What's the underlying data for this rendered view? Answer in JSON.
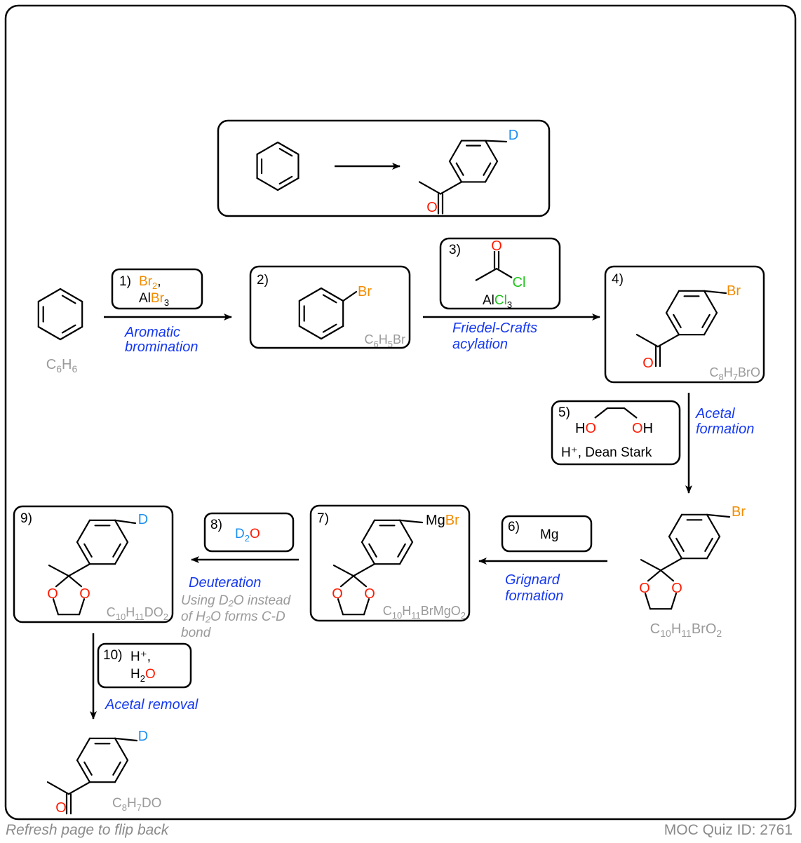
{
  "colors": {
    "oxygen": "#ff1a00",
    "bromine": "#f28c00",
    "chlorine": "#1fc41a",
    "deuterium": "#1e8ff0",
    "annotation": "#1538f0",
    "formula": "#9a9a9a",
    "bond": "#000000"
  },
  "steps": [
    {
      "num": "1)",
      "reagent_line1_a": "Br",
      "reagent_line1_sub": "2",
      "reagent_line1_b": ",",
      "reagent_line2_a": "Al",
      "reagent_line2_b": "Br",
      "reagent_line2_sub": "3",
      "label_line1": "Aromatic",
      "label_line2": "bromination"
    },
    {
      "num": "2)"
    },
    {
      "num": "3)",
      "reagent_a": "Al",
      "reagent_b": "Cl",
      "reagent_sub": "3",
      "label_line1": "Friedel-Crafts",
      "label_line2": "acylation"
    },
    {
      "num": "4)"
    },
    {
      "num": "5)",
      "reagent_line2": "H⁺, Dean Stark",
      "label_line1": "Acetal",
      "label_line2": "formation"
    },
    {
      "num": "6)",
      "reagent": "Mg",
      "label_line1": "Grignard",
      "label_line2": "formation"
    },
    {
      "num": "7)"
    },
    {
      "num": "8)",
      "reagent_a": "D",
      "reagent_sub": "2",
      "reagent_b": "O",
      "label": "Deuteration",
      "note_line1": "Using D₂O instead",
      "note_line2": "of H₂O forms C-D",
      "note_line3": "bond"
    },
    {
      "num": "9)"
    },
    {
      "num": "10)",
      "reagent_line1": "H⁺,",
      "reagent_line2_a": "H",
      "reagent_line2_sub": "2",
      "reagent_line2_b": "O",
      "label": "Acetal removal"
    }
  ],
  "atoms": {
    "O": "O",
    "Br": "Br",
    "Cl": "Cl",
    "D": "D",
    "H": "H",
    "Mg": "Mg"
  },
  "formulas": {
    "benzene": [
      "C",
      "6",
      "H",
      "6"
    ],
    "bromobenzene": [
      "C",
      "6",
      "H",
      "5",
      "Br"
    ],
    "bromoacetophenone": [
      "C",
      "8",
      "H",
      "7",
      "BrO"
    ],
    "acetal_bromide": [
      "C",
      "10",
      "H",
      "11",
      "BrO",
      "2"
    ],
    "grignard": [
      "C",
      "10",
      "H",
      "11",
      "BrMgO",
      "2"
    ],
    "deuterated_acetal": [
      "C",
      "10",
      "H",
      "11",
      "DO",
      "2"
    ],
    "product": [
      "C",
      "8",
      "H",
      "7",
      "DO"
    ]
  },
  "footer": {
    "left": "Refresh page to flip back",
    "right": "MOC Quiz ID: 2761"
  }
}
